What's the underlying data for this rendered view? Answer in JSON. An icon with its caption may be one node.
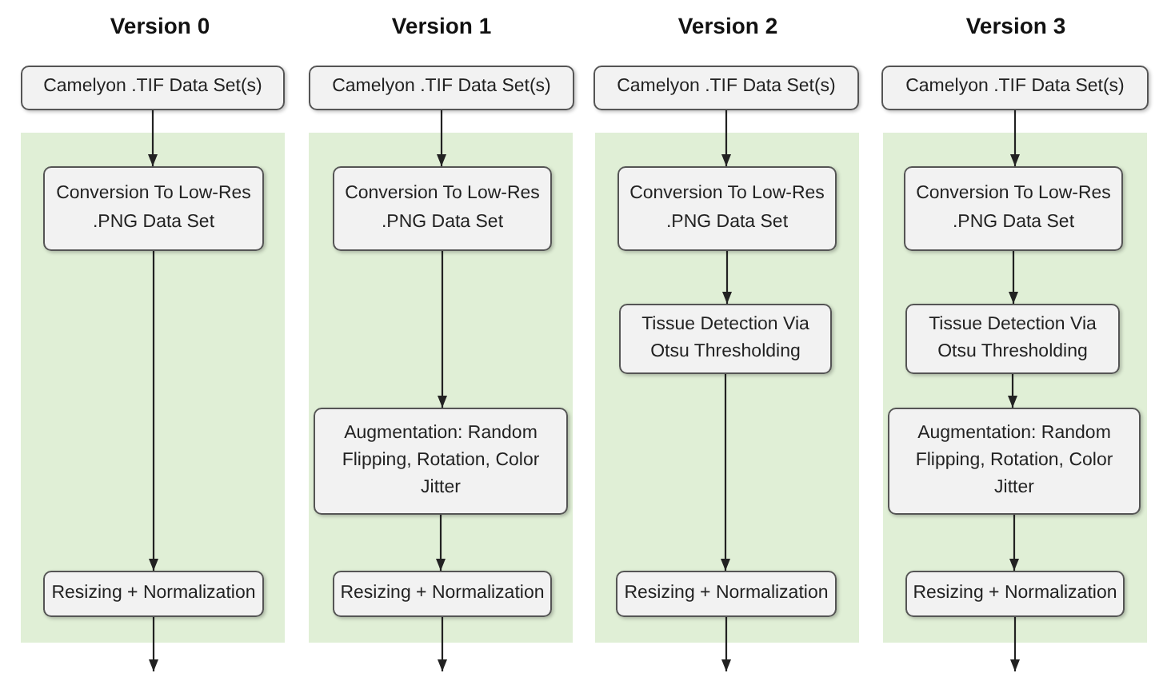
{
  "diagram": {
    "nodes": [
      {
        "text": [
          "Camelyon .TIF Data Set(s)"
        ]
      },
      {
        "text": [],
        "shape": "box"
      },
      {
        "text": [
          "Conversion To Low-Res .PNG Data Set"
        ],
        "in": 1
      },
      {
        "text": [
          "Resizing + Normalization"
        ],
        "in": 1
      },
      {
        "text": [
          "Camelyon .TIF Data Set(s)"
        ]
      },
      {
        "text": [],
        "shape": "box"
      },
      {
        "text": [
          "Conversion To Low-Res .PNG Data Set"
        ],
        "in": 5
      },
      {
        "text": [
          "Augmentation: Random Flipping, Rotation, Color Jitter"
        ],
        "in": 5
      },
      {
        "text": [
          "Resizing + Normalization"
        ],
        "in": 5
      },
      {
        "text": [
          "Camelyon .TIF Data Set(s)"
        ]
      },
      {
        "text": [],
        "shape": "box"
      },
      {
        "text": [
          "Conversion To Low-Res .PNG Data Set"
        ],
        "in": 10
      },
      {
        "text": [
          "Tissue Detection Via Otsu Thresholding"
        ],
        "in": 10
      },
      {
        "text": [
          "Resizing + Normalization"
        ],
        "in": 10
      },
      {
        "text": [
          "Camelyon .TIF Data Set(s)"
        ]
      },
      {
        "text": [],
        "shape": "box"
      },
      {
        "text": [
          "Conversion To Low-Res .PNG Data Set"
        ],
        "in": 15
      },
      {
        "text": [
          "Tissue Detection Via Otsu Thresholding"
        ],
        "in": 15
      },
      {
        "text": [
          "Augmentation: Random Flipping, Rotation, Color Jitter"
        ],
        "in": 15
      },
      {
        "text": [
          "Resizing + Normalization"
        ],
        "in": 15
      }
    ],
    "edges": [
      {
        "from": 0,
        "to": 2,
        "arrow": "to"
      },
      {
        "from": 2,
        "to": 3,
        "arrow": "to"
      },
      {
        "from": 3,
        "to": null,
        "arrow": "to"
      },
      {
        "from": 4,
        "to": 6,
        "arrow": "to"
      },
      {
        "from": 6,
        "to": 7,
        "arrow": "to"
      },
      {
        "from": 7,
        "to": 8,
        "arrow": "to"
      },
      {
        "from": 8,
        "to": null,
        "arrow": "to"
      },
      {
        "from": 9,
        "to": 11,
        "arrow": "to"
      },
      {
        "from": 11,
        "to": 12,
        "arrow": "to"
      },
      {
        "from": 12,
        "to": 13,
        "arrow": "to"
      },
      {
        "from": 13,
        "to": null,
        "arrow": "to"
      },
      {
        "from": 14,
        "to": 16,
        "arrow": "to"
      },
      {
        "from": 16,
        "to": 17,
        "arrow": "to"
      },
      {
        "from": 17,
        "to": 18,
        "arrow": "to"
      },
      {
        "from": 18,
        "to": 19,
        "arrow": "to"
      },
      {
        "from": 19,
        "to": null,
        "arrow": "to"
      }
    ],
    "labels": [
      "Version 0",
      "Version 1",
      "Version 2",
      "Version 3"
    ]
  }
}
